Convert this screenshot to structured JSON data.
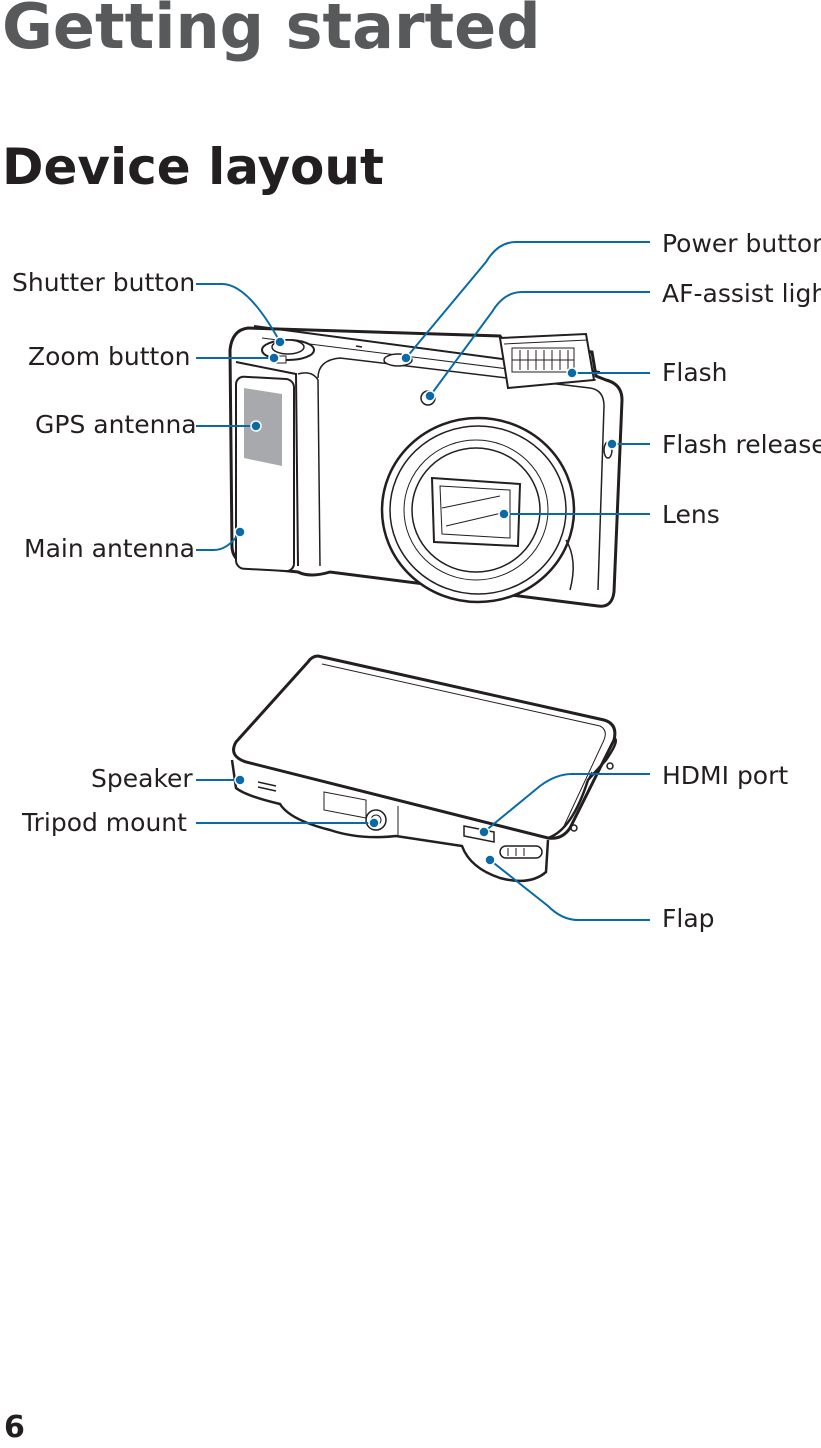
{
  "chapter_title": "Getting started",
  "section_title": "Device layout",
  "front_view": {
    "labels_left": {
      "shutter": "Shutter button",
      "zoom": "Zoom button",
      "gps": "GPS antenna",
      "main_antenna": "Main antenna"
    },
    "labels_right": {
      "power": "Power button",
      "af_assist": "AF-assist light",
      "flash": "Flash",
      "flash_release": "Flash release",
      "lens": "Lens"
    }
  },
  "bottom_view": {
    "labels_left": {
      "speaker": "Speaker",
      "tripod": "Tripod mount"
    },
    "labels_right": {
      "hdmi": "HDMI port",
      "flap": "Flap"
    }
  },
  "page_number": "6",
  "colors": {
    "callout": "#0a6aa8",
    "heading_gray": "#58595b",
    "text": "#231f20"
  }
}
